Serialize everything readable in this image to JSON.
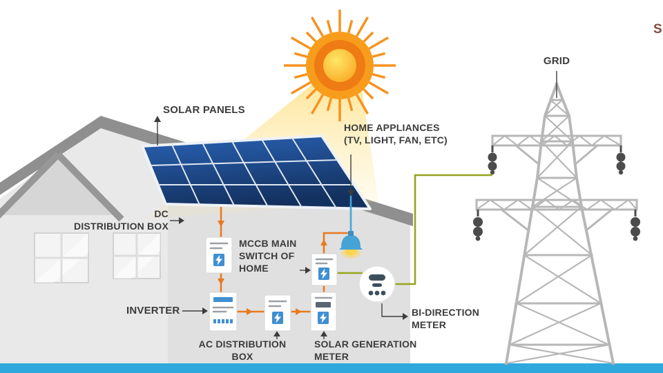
{
  "labels": {
    "solar_panels": "SOLAR PANELS",
    "home_appliances": [
      "HOME APPLIANCES",
      "(TV, LIGHT, FAN, ETC)"
    ],
    "dc_distribution_box": [
      "DC",
      "DISTRIBUTION BOX"
    ],
    "mccb_main_switch": [
      "MCCB MAIN",
      "SWITCH OF",
      "HOME"
    ],
    "inverter": "INVERTER",
    "ac_distribution_box": [
      "AC DISTRIBUTION",
      "BOX"
    ],
    "solar_generation_meter": [
      "SOLAR GENERATION",
      "METER"
    ],
    "bi_direction_meter": [
      "BI-DIRECTION",
      "METER"
    ],
    "grid": "GRID",
    "edge_watermark": "S"
  },
  "colors": {
    "wire_orange": "#e8791e",
    "wire_green": "#95a51c",
    "wire_blue": "#47a5d9",
    "tower_gray": "#b7b7b7",
    "insulator_gray": "#4c4c4c",
    "footer_blue": "#2fa9dd",
    "box_accent_blue": "#3f8fd2",
    "label_text": "#3c3c3c",
    "roof_gray": "#8f8f8f",
    "wall_gray": "#e9e9e9",
    "wing_gray": "#d6d6d6",
    "panel_blue": "#1c4d96",
    "sun_outer": "#f89c1c",
    "sun_ring": "#ee7b13",
    "sun_core": "#ffd94d",
    "beam_yellow": "#ffcf3f"
  },
  "icons": {
    "sun-icon": "circle-with-radial-rays",
    "solar-panel": "blue-grid-parallelogram",
    "lightning-bolt-icon": "white-bolt-on-blue-square",
    "pendant-lamp-icon": "blue-shade-with-yellow-glow",
    "bi-direction-meter-icon": "circle-with-dashes-and-dots",
    "transmission-tower-icon": "gray-lattice-pylon",
    "house-icon": "gray-house-with-solar-roof"
  }
}
